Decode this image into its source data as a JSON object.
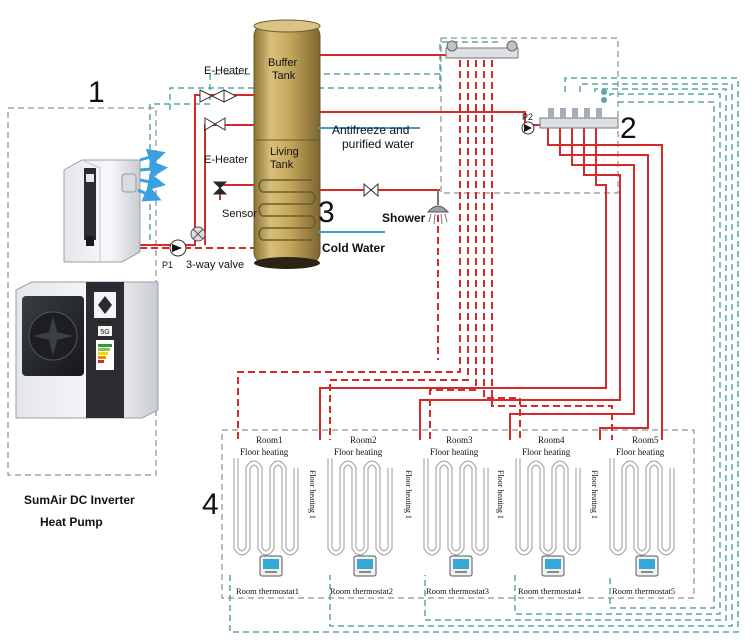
{
  "section_numbers": [
    "1",
    "2",
    "3",
    "4"
  ],
  "labels": {
    "e_heater_top": "E-Heater",
    "e_heater_mid": "E-Heater",
    "buffer_tank_line1": "Buffer",
    "buffer_tank_line2": "Tank",
    "living_tank_line1": "Living",
    "living_tank_line2": "Tank",
    "antifreeze_line1": "Antifreeze and",
    "antifreeze_line2": "purified water",
    "sensor": "Sensor",
    "three_way_valve": "3-way valve",
    "cold_water": "Cold Water",
    "shower": "Shower",
    "pump1": "P1",
    "pump2": "P2",
    "product_line1": "SumAir DC Inverter",
    "product_line2": "Heat Pump"
  },
  "rooms": [
    {
      "room": "Room1",
      "floor": "Floor heating",
      "side": "",
      "thermostat": "Room thermostat1"
    },
    {
      "room": "Room2",
      "floor": "Floor heating",
      "side": "Floor heating 1",
      "thermostat": "Room thermostat2"
    },
    {
      "room": "Room3",
      "floor": "Floor heating",
      "side": "Floor heating 1",
      "thermostat": "Room thermostat3"
    },
    {
      "room": "Room4",
      "floor": "Floor heating",
      "side": "Floor heating 1",
      "thermostat": "Room thermostat4"
    },
    {
      "room": "Room5",
      "floor": "Floor heating",
      "side": "Floor heating 1",
      "thermostat": "Room thermostat5"
    }
  ],
  "unit_badge": "5G",
  "colors": {
    "hot_pipe": "#d42a2a",
    "return_pipe": "#5aa6a8",
    "tank_gold": "#c9ac62",
    "dashed_box": "#777777",
    "air_arrow": "#3aa0e0"
  },
  "icons": [
    "fan-icon",
    "pump-icon",
    "valve-icon",
    "shower-head-icon",
    "thermostat-icon",
    "manifold-icon"
  ]
}
